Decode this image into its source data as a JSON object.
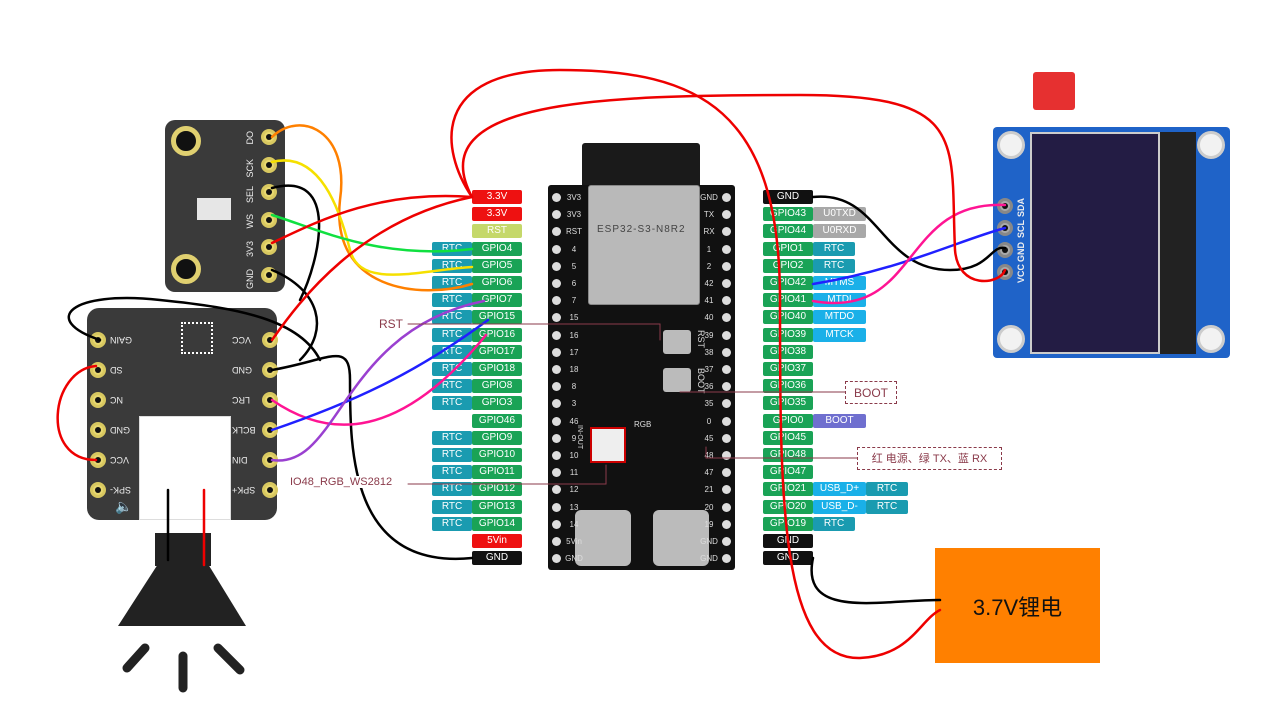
{
  "colors": {
    "rtc": "#1a9bb0",
    "gpio": "#1aa356",
    "power": "#ee1111",
    "rst": "#c5d86a",
    "gnd": "#111111",
    "uart": "#a8a8a8",
    "jtag": "#1ab0e8",
    "boot": "#6f6fcf",
    "usb": "#1ab0e8",
    "battery": "#ff8000"
  },
  "board": {
    "module_label": "ESP32-S3-N8R2",
    "rst_label": "RST",
    "boot_label": "BOOT",
    "rgb_label": "RGB",
    "inout_label": "IN-OUT",
    "left_silk": [
      "3V3",
      "3V3",
      "RST",
      "4",
      "5",
      "6",
      "7",
      "15",
      "16",
      "17",
      "18",
      "8",
      "3",
      "46",
      "9",
      "10",
      "11",
      "12",
      "13",
      "14",
      "5Vin",
      "GND"
    ],
    "right_silk": [
      "GND",
      "TX",
      "RX",
      "1",
      "2",
      "42",
      "41",
      "40",
      "39",
      "38",
      "37",
      "36",
      "35",
      "0",
      "45",
      "48",
      "47",
      "21",
      "20",
      "19",
      "GND",
      "GND"
    ]
  },
  "left_pins": [
    {
      "label": "3.3V",
      "type": "power",
      "tag": ""
    },
    {
      "label": "3.3V",
      "type": "power",
      "tag": ""
    },
    {
      "label": "RST",
      "type": "rst",
      "tag": ""
    },
    {
      "label": "GPIO4",
      "type": "gpio",
      "tag": "RTC"
    },
    {
      "label": "GPIO5",
      "type": "gpio",
      "tag": "RTC"
    },
    {
      "label": "GPIO6",
      "type": "gpio",
      "tag": "RTC"
    },
    {
      "label": "GPIO7",
      "type": "gpio",
      "tag": "RTC"
    },
    {
      "label": "GPIO15",
      "type": "gpio",
      "tag": "RTC"
    },
    {
      "label": "GPIO16",
      "type": "gpio",
      "tag": "RTC"
    },
    {
      "label": "GPIO17",
      "type": "gpio",
      "tag": "RTC"
    },
    {
      "label": "GPIO18",
      "type": "gpio",
      "tag": "RTC"
    },
    {
      "label": "GPIO8",
      "type": "gpio",
      "tag": "RTC"
    },
    {
      "label": "GPIO3",
      "type": "gpio",
      "tag": "RTC"
    },
    {
      "label": "GPIO46",
      "type": "gpio",
      "tag": ""
    },
    {
      "label": "GPIO9",
      "type": "gpio",
      "tag": "RTC"
    },
    {
      "label": "GPIO10",
      "type": "gpio",
      "tag": "RTC"
    },
    {
      "label": "GPIO11",
      "type": "gpio",
      "tag": "RTC"
    },
    {
      "label": "GPIO12",
      "type": "gpio",
      "tag": "RTC"
    },
    {
      "label": "GPIO13",
      "type": "gpio",
      "tag": "RTC"
    },
    {
      "label": "GPIO14",
      "type": "gpio",
      "tag": "RTC"
    },
    {
      "label": "5Vin",
      "type": "power",
      "tag": ""
    },
    {
      "label": "GND",
      "type": "gnd",
      "tag": ""
    }
  ],
  "right_pins": [
    {
      "label": "GND",
      "type": "gnd",
      "tags": []
    },
    {
      "label": "GPIO43",
      "type": "gpio",
      "tags": [
        {
          "t": "U0TXD",
          "c": "uart"
        }
      ]
    },
    {
      "label": "GPIO44",
      "type": "gpio",
      "tags": [
        {
          "t": "U0RXD",
          "c": "uart"
        }
      ]
    },
    {
      "label": "GPIO1",
      "type": "gpio",
      "tags": [
        {
          "t": "RTC",
          "c": "rtc"
        }
      ]
    },
    {
      "label": "GPIO2",
      "type": "gpio",
      "tags": [
        {
          "t": "RTC",
          "c": "rtc"
        }
      ]
    },
    {
      "label": "GPIO42",
      "type": "gpio",
      "tags": [
        {
          "t": "MTMS",
          "c": "jtag"
        }
      ]
    },
    {
      "label": "GPIO41",
      "type": "gpio",
      "tags": [
        {
          "t": "MTDI",
          "c": "jtag"
        }
      ]
    },
    {
      "label": "GPIO40",
      "type": "gpio",
      "tags": [
        {
          "t": "MTDO",
          "c": "jtag"
        }
      ]
    },
    {
      "label": "GPIO39",
      "type": "gpio",
      "tags": [
        {
          "t": "MTCK",
          "c": "jtag"
        }
      ]
    },
    {
      "label": "GPIO38",
      "type": "gpio",
      "tags": []
    },
    {
      "label": "GPIO37",
      "type": "gpio",
      "tags": []
    },
    {
      "label": "GPIO36",
      "type": "gpio",
      "tags": []
    },
    {
      "label": "GPIO35",
      "type": "gpio",
      "tags": []
    },
    {
      "label": "GPIO0",
      "type": "gpio",
      "tags": [
        {
          "t": "BOOT",
          "c": "boot"
        }
      ]
    },
    {
      "label": "GPIO45",
      "type": "gpio",
      "tags": []
    },
    {
      "label": "GPIO48",
      "type": "gpio",
      "tags": []
    },
    {
      "label": "GPIO47",
      "type": "gpio",
      "tags": []
    },
    {
      "label": "GPIO21",
      "type": "gpio",
      "tags": [
        {
          "t": "USB_D+",
          "c": "usb"
        },
        {
          "t": "RTC",
          "c": "rtc"
        }
      ]
    },
    {
      "label": "GPIO20",
      "type": "gpio",
      "tags": [
        {
          "t": "USB_D-",
          "c": "usb"
        },
        {
          "t": "RTC",
          "c": "rtc"
        }
      ]
    },
    {
      "label": "GPIO19",
      "type": "gpio",
      "tags": [
        {
          "t": "RTC",
          "c": "rtc"
        }
      ]
    },
    {
      "label": "GND",
      "type": "gnd",
      "tags": []
    },
    {
      "label": "GND",
      "type": "gnd",
      "tags": []
    }
  ],
  "callouts": {
    "rst": "RST",
    "boot": "BOOT",
    "rgb": "IO48_RGB_WS2812",
    "led": "红 电源、绿 TX、蓝 RX"
  },
  "mic": {
    "pins": [
      "DO",
      "SCK",
      "SEL",
      "WS",
      "3V3",
      "GND"
    ]
  },
  "amp": {
    "left_pins": [
      "GAIN",
      "SD",
      "NC",
      "GND",
      "VCC",
      "SPK-"
    ],
    "right_pins": [
      "VCC",
      "GND",
      "LRC",
      "BCLK",
      "DIN",
      "SPK+"
    ]
  },
  "oled": {
    "pins": [
      "SDA",
      "SCL",
      "GND",
      "VCC"
    ]
  },
  "battery": {
    "label": "3.7V锂电"
  }
}
